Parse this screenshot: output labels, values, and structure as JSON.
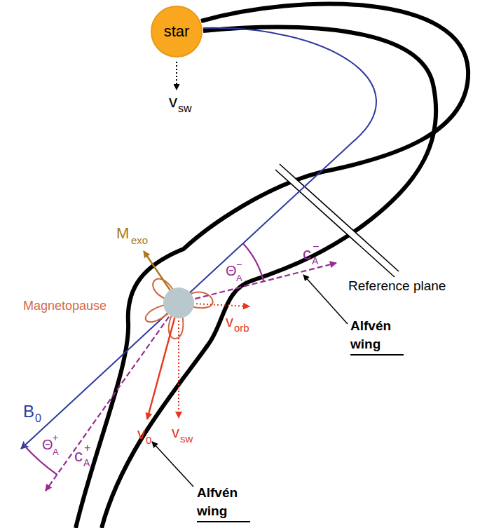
{
  "diagram": {
    "nodes": [
      {
        "text": [
          "star"
        ]
      }
    ],
    "labels": [
      "v",
      "sw",
      "M",
      "exo",
      "Magnetopause",
      "Θ",
      "A",
      "−",
      "c",
      "A",
      "−",
      "Reference plane",
      "v",
      "orb",
      "Alfvén wing",
      "B",
      "0",
      "Θ",
      "A",
      "+",
      "c",
      "A",
      "+",
      "v",
      "0",
      "v",
      "sw",
      "Alfvén wing"
    ]
  }
}
